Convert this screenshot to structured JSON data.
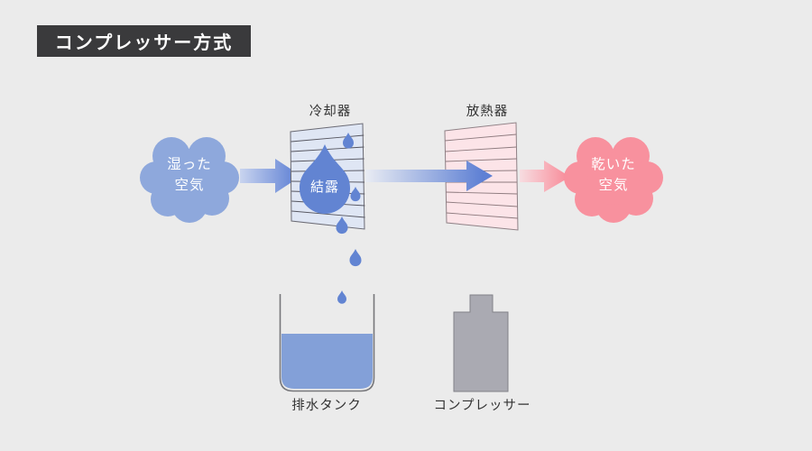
{
  "title": {
    "label": "コンプレッサー方式"
  },
  "labels": {
    "cooler": "冷却器",
    "radiator": "放熱器",
    "condensation": "結露",
    "drain_tank": "排水タンク",
    "compressor": "コンプレッサー"
  },
  "humid_cloud": {
    "line1": "湿った",
    "line2": "空気"
  },
  "dry_cloud": {
    "line1": "乾いた",
    "line2": "空気"
  },
  "colors": {
    "background": "#ebebeb",
    "title_bg": "#3a3a3c",
    "title_text": "#ffffff",
    "cloud_blue": "#8ea8dc",
    "cloud_pink": "#f8919e",
    "arrow_blue": "#5e80d4",
    "arrow_blue_light": "#c9d4ef",
    "arrow_pink": "#f8919e",
    "arrow_pink_light": "#f7dde1",
    "drop_blue": "#6284d2",
    "cooler_fill": "#dfe6f4",
    "cooler_line": "#55555f",
    "radiator_fill": "#fce4e8",
    "radiator_line": "#8d7a7e",
    "water_blue": "#83a0d8",
    "tank_outline": "#76767a",
    "compressor_fill": "#aaaab2",
    "label_text": "#333333"
  }
}
